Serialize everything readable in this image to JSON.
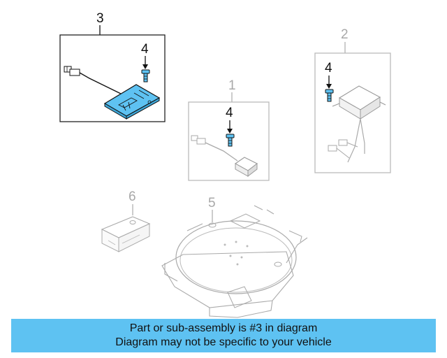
{
  "callouts": {
    "part1": "1",
    "part2": "2",
    "part3": "3",
    "bolt_a": "4",
    "bolt_b": "4",
    "bolt_c": "4",
    "part5": "5",
    "part6": "6"
  },
  "banner": {
    "line1": "Part or sub-assembly is #3 in diagram",
    "line2": "Diagram may not be specific to your vehicle"
  },
  "colors": {
    "highlight": "#5ec2f2",
    "banner": "#5ec2f2",
    "active_line": "#111111",
    "inactive_line": "#aaaaaa"
  }
}
